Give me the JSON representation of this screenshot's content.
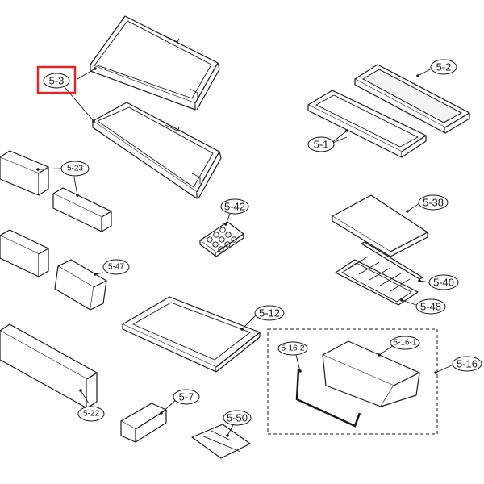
{
  "highlight_color": "#e0262b",
  "labels": {
    "p5_1": "5-1",
    "p5_2": "5-2",
    "p5_3": "5-3",
    "p5_7": "5-7",
    "p5_12": "5-12",
    "p5_16": "5-16",
    "p5_16_1": "5-16-1",
    "p5_16_2": "5-16-2",
    "p5_22": "5-22",
    "p5_23": "5-23",
    "p5_38": "5-38",
    "p5_40": "5-40",
    "p5_42": "5-42",
    "p5_47": "5-47",
    "p5_48": "5-48",
    "p5_50": "5-50"
  }
}
